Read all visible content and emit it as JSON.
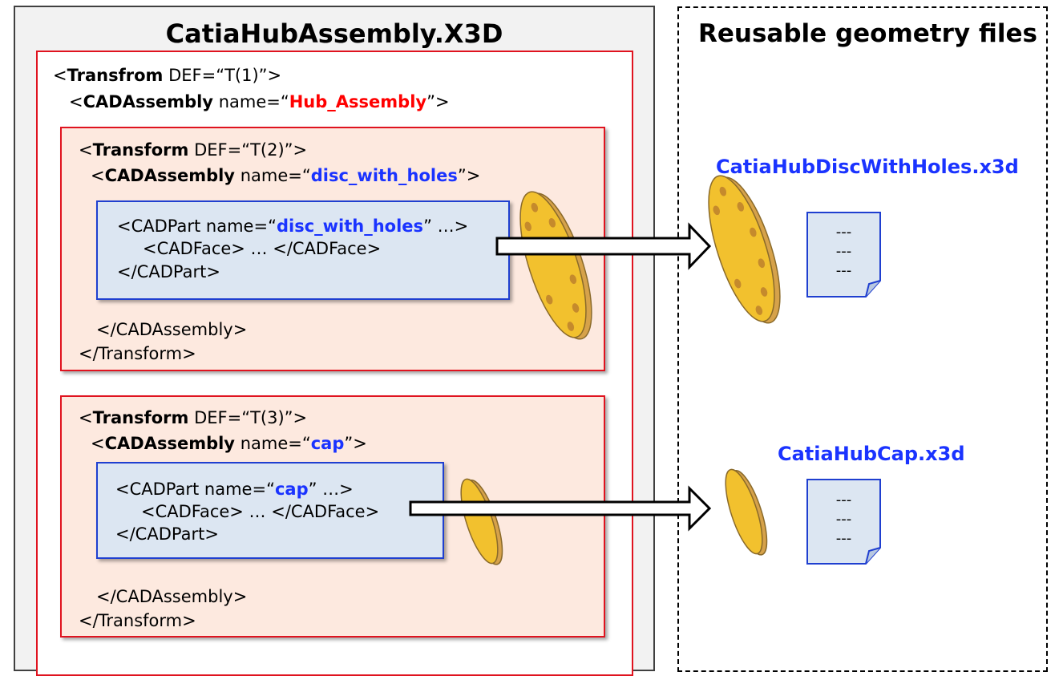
{
  "left_panel": {
    "title": "CatiaHubAssembly.X3D",
    "outer": {
      "open_tag": "<",
      "transform_word": "Transfrom",
      "transform_attr": " DEF=“T(1)”>",
      "assembly_open": "<",
      "assembly_word": "CADAssembly",
      "assembly_attr_pre": " name=“",
      "assembly_name": "Hub_Assembly",
      "assembly_attr_post": "”>"
    },
    "block1": {
      "transform_open": "<",
      "transform_word": "Transform",
      "transform_attr": " DEF=“T(2)”>",
      "assembly_open": "<",
      "assembly_word": "CADAssembly",
      "assembly_attr_pre": " name=“",
      "assembly_name": "disc_with_holes",
      "assembly_attr_post": "”>",
      "part_pre": "<CADPart name=“",
      "part_name": "disc_with_holes",
      "part_post": "” …>",
      "face_line": "<CADFace> … </CADFace>",
      "part_close": "</CADPart>",
      "assembly_close": "</CADAssembly>",
      "transform_close": "</Transform>"
    },
    "block2": {
      "transform_open": "<",
      "transform_word": "Transform",
      "transform_attr": " DEF=“T(3)”>",
      "assembly_open": "<",
      "assembly_word": "CADAssembly",
      "assembly_attr_pre": " name=“",
      "assembly_name": "cap",
      "assembly_attr_post": "”>",
      "part_pre": "<CADPart name=“",
      "part_name": "cap",
      "part_post": "” …>",
      "face_line": "<CADFace> … </CADFace>",
      "part_close": "</CADPart>",
      "assembly_close": "</CADAssembly>",
      "transform_close": "</Transform>"
    }
  },
  "right_panel": {
    "title": "Reusable geometry files",
    "files": [
      {
        "name": "CatiaHubDiscWithHoles.x3d",
        "doc_lines": [
          "---",
          "---",
          "---"
        ],
        "icon": "disc-with-holes-icon"
      },
      {
        "name": "CatiaHubCap.x3d",
        "doc_lines": [
          "---",
          "---",
          "---"
        ],
        "icon": "cap-disc-icon"
      }
    ]
  },
  "colors": {
    "red": "#e0131f",
    "blue": "#1a33ff",
    "transform_fill": "#fde9df",
    "part_fill": "#dce6f2",
    "disc_fill": "#f2c12e"
  }
}
